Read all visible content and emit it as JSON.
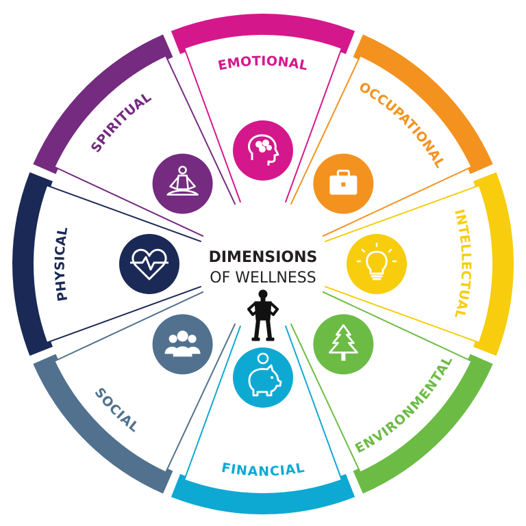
{
  "center": {
    "title": "DIMENSIONS",
    "subtitle": "OF WELLNESS"
  },
  "dimensions": [
    {
      "key": "emotional",
      "label": "EMOTIONAL",
      "color": "#d4188c",
      "icon": "head-brain-icon"
    },
    {
      "key": "occupational",
      "label": "OCCUPATIONAL",
      "color": "#f3921f",
      "icon": "briefcase-icon"
    },
    {
      "key": "intellectual",
      "label": "INTELLECTUAL",
      "color": "#f7cd0d",
      "icon": "lightbulb-icon"
    },
    {
      "key": "environmental",
      "label": "ENVIRONMENTAL",
      "color": "#6cbb45",
      "icon": "pine-tree-icon"
    },
    {
      "key": "financial",
      "label": "FINANCIAL",
      "color": "#0ea9d2",
      "icon": "piggy-bank-icon"
    },
    {
      "key": "social",
      "label": "SOCIAL",
      "color": "#51718e",
      "icon": "people-group-icon"
    },
    {
      "key": "physical",
      "label": "PHYSICAL",
      "color": "#1b2956",
      "icon": "heart-pulse-icon"
    },
    {
      "key": "spiritual",
      "label": "SPIRITUAL",
      "color": "#742b80",
      "icon": "meditation-icon"
    }
  ],
  "figure_icon": "mannequin-figure-icon"
}
